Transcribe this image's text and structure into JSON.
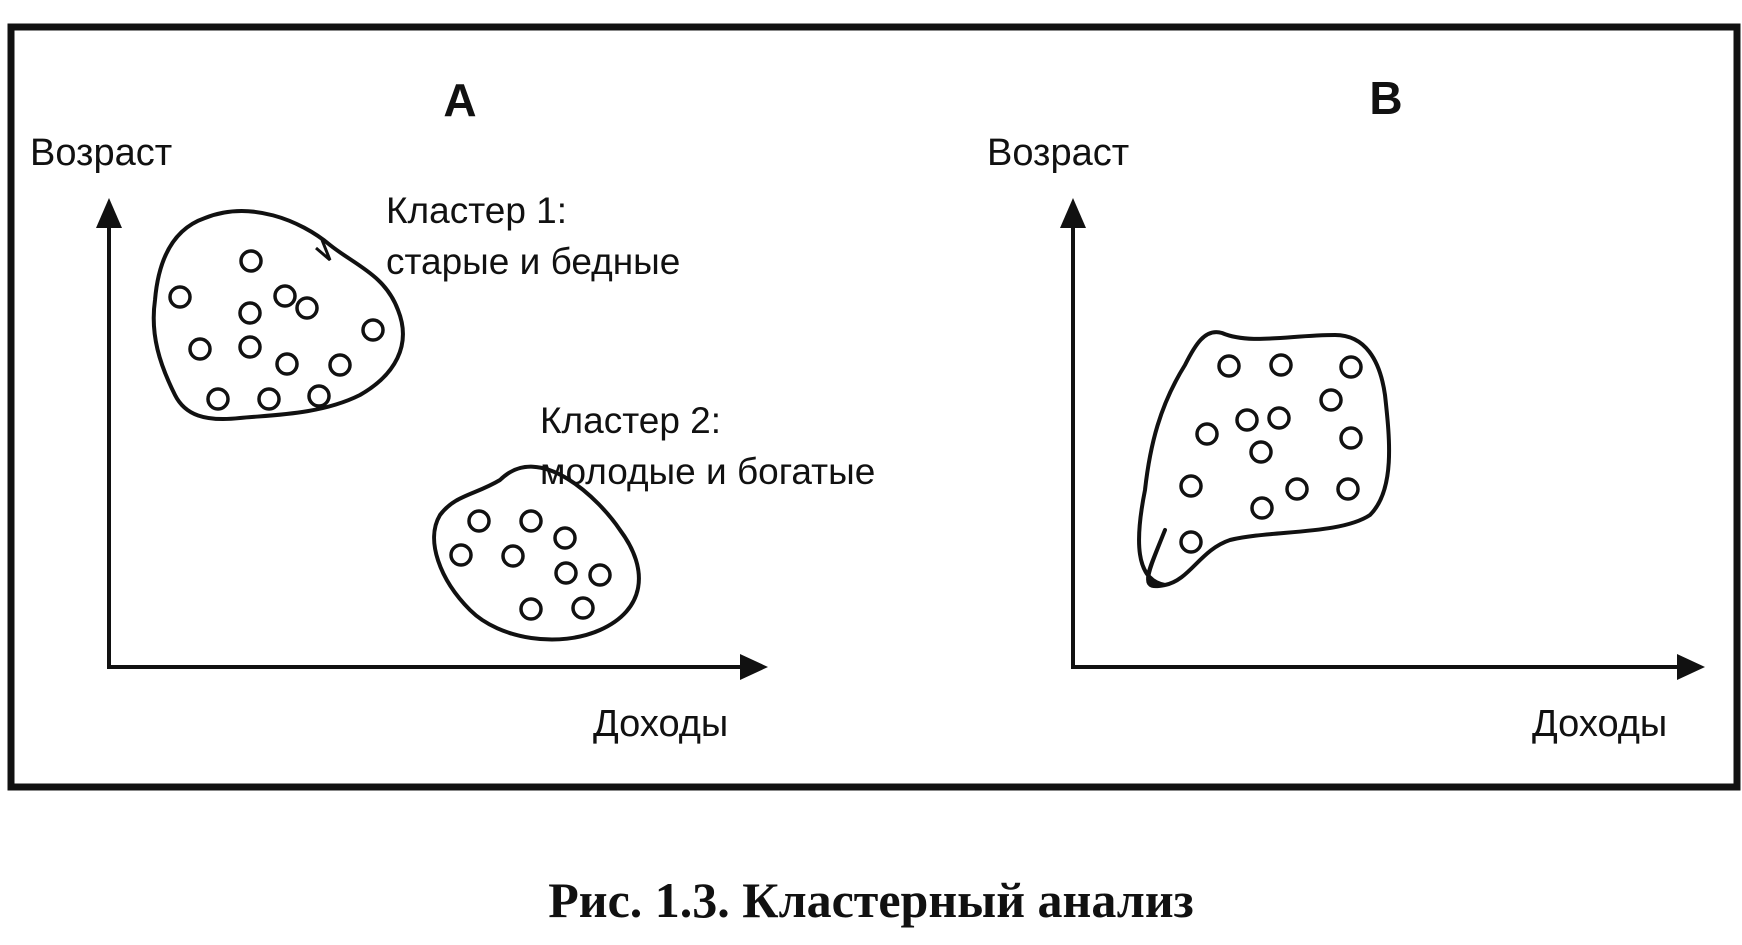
{
  "panel_a": {
    "letter": "A",
    "y_axis_label": "Возраст",
    "x_axis_label": "Доходы",
    "cluster1": {
      "line1": "Кластер 1:",
      "line2": "старые и бедные"
    },
    "cluster2": {
      "line1": "Кластер 2:",
      "line2": "молодые и богатые"
    }
  },
  "panel_b": {
    "letter": "B",
    "y_axis_label": "Возраст",
    "x_axis_label": "Доходы"
  },
  "caption": "Рис. 1.3. Кластерный анализ"
}
